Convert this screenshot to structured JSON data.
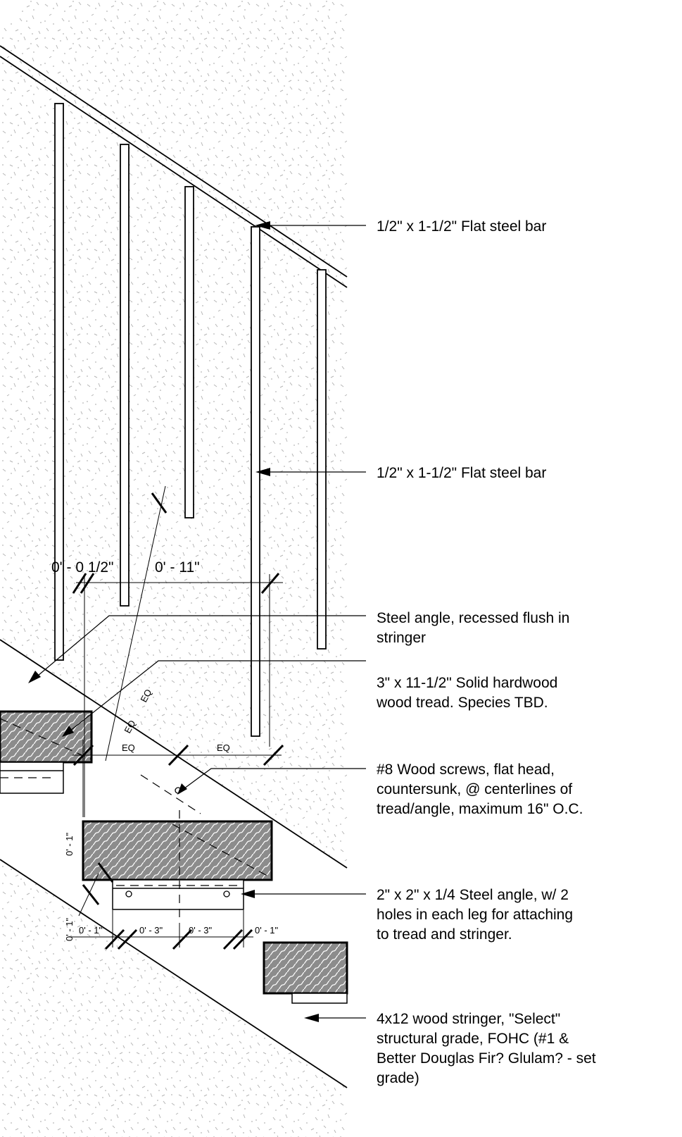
{
  "callouts": {
    "top_rail": "1/2\" x 1-1/2\" Flat steel bar",
    "baluster": "1/2\" x 1-1/2\" Flat steel bar",
    "steel_angle_recessed": [
      "Steel angle, recessed flush in",
      "stringer"
    ],
    "tread": [
      "3\" x 11-1/2\" Solid hardwood",
      "wood tread. Species TBD."
    ],
    "screws": [
      "#8 Wood screws, flat head,",
      "countersunk, @ centerlines of",
      "tread/angle, maximum 16\" O.C."
    ],
    "angle_detail": [
      "2\" x 2\" x 1/4 Steel angle, w/ 2",
      "holes in each leg for attaching",
      "to tread and stringer."
    ],
    "stringer": [
      "4x12 wood stringer, \"Select\"",
      "structural grade, FOHC (#1 &",
      "Better Douglas Fir? Glulam? - set",
      "grade)"
    ]
  },
  "dimensions": {
    "gap": "0' - 0 1/2\"",
    "spacing": "0' - 11\"",
    "eq": "EQ",
    "one_inch": "0' - 1\"",
    "three_inch": "0' - 3\""
  },
  "colors": {
    "line": "#000000",
    "hatch_fill": "#8c8c8c",
    "concrete_speckle": "#b5b5b5"
  }
}
